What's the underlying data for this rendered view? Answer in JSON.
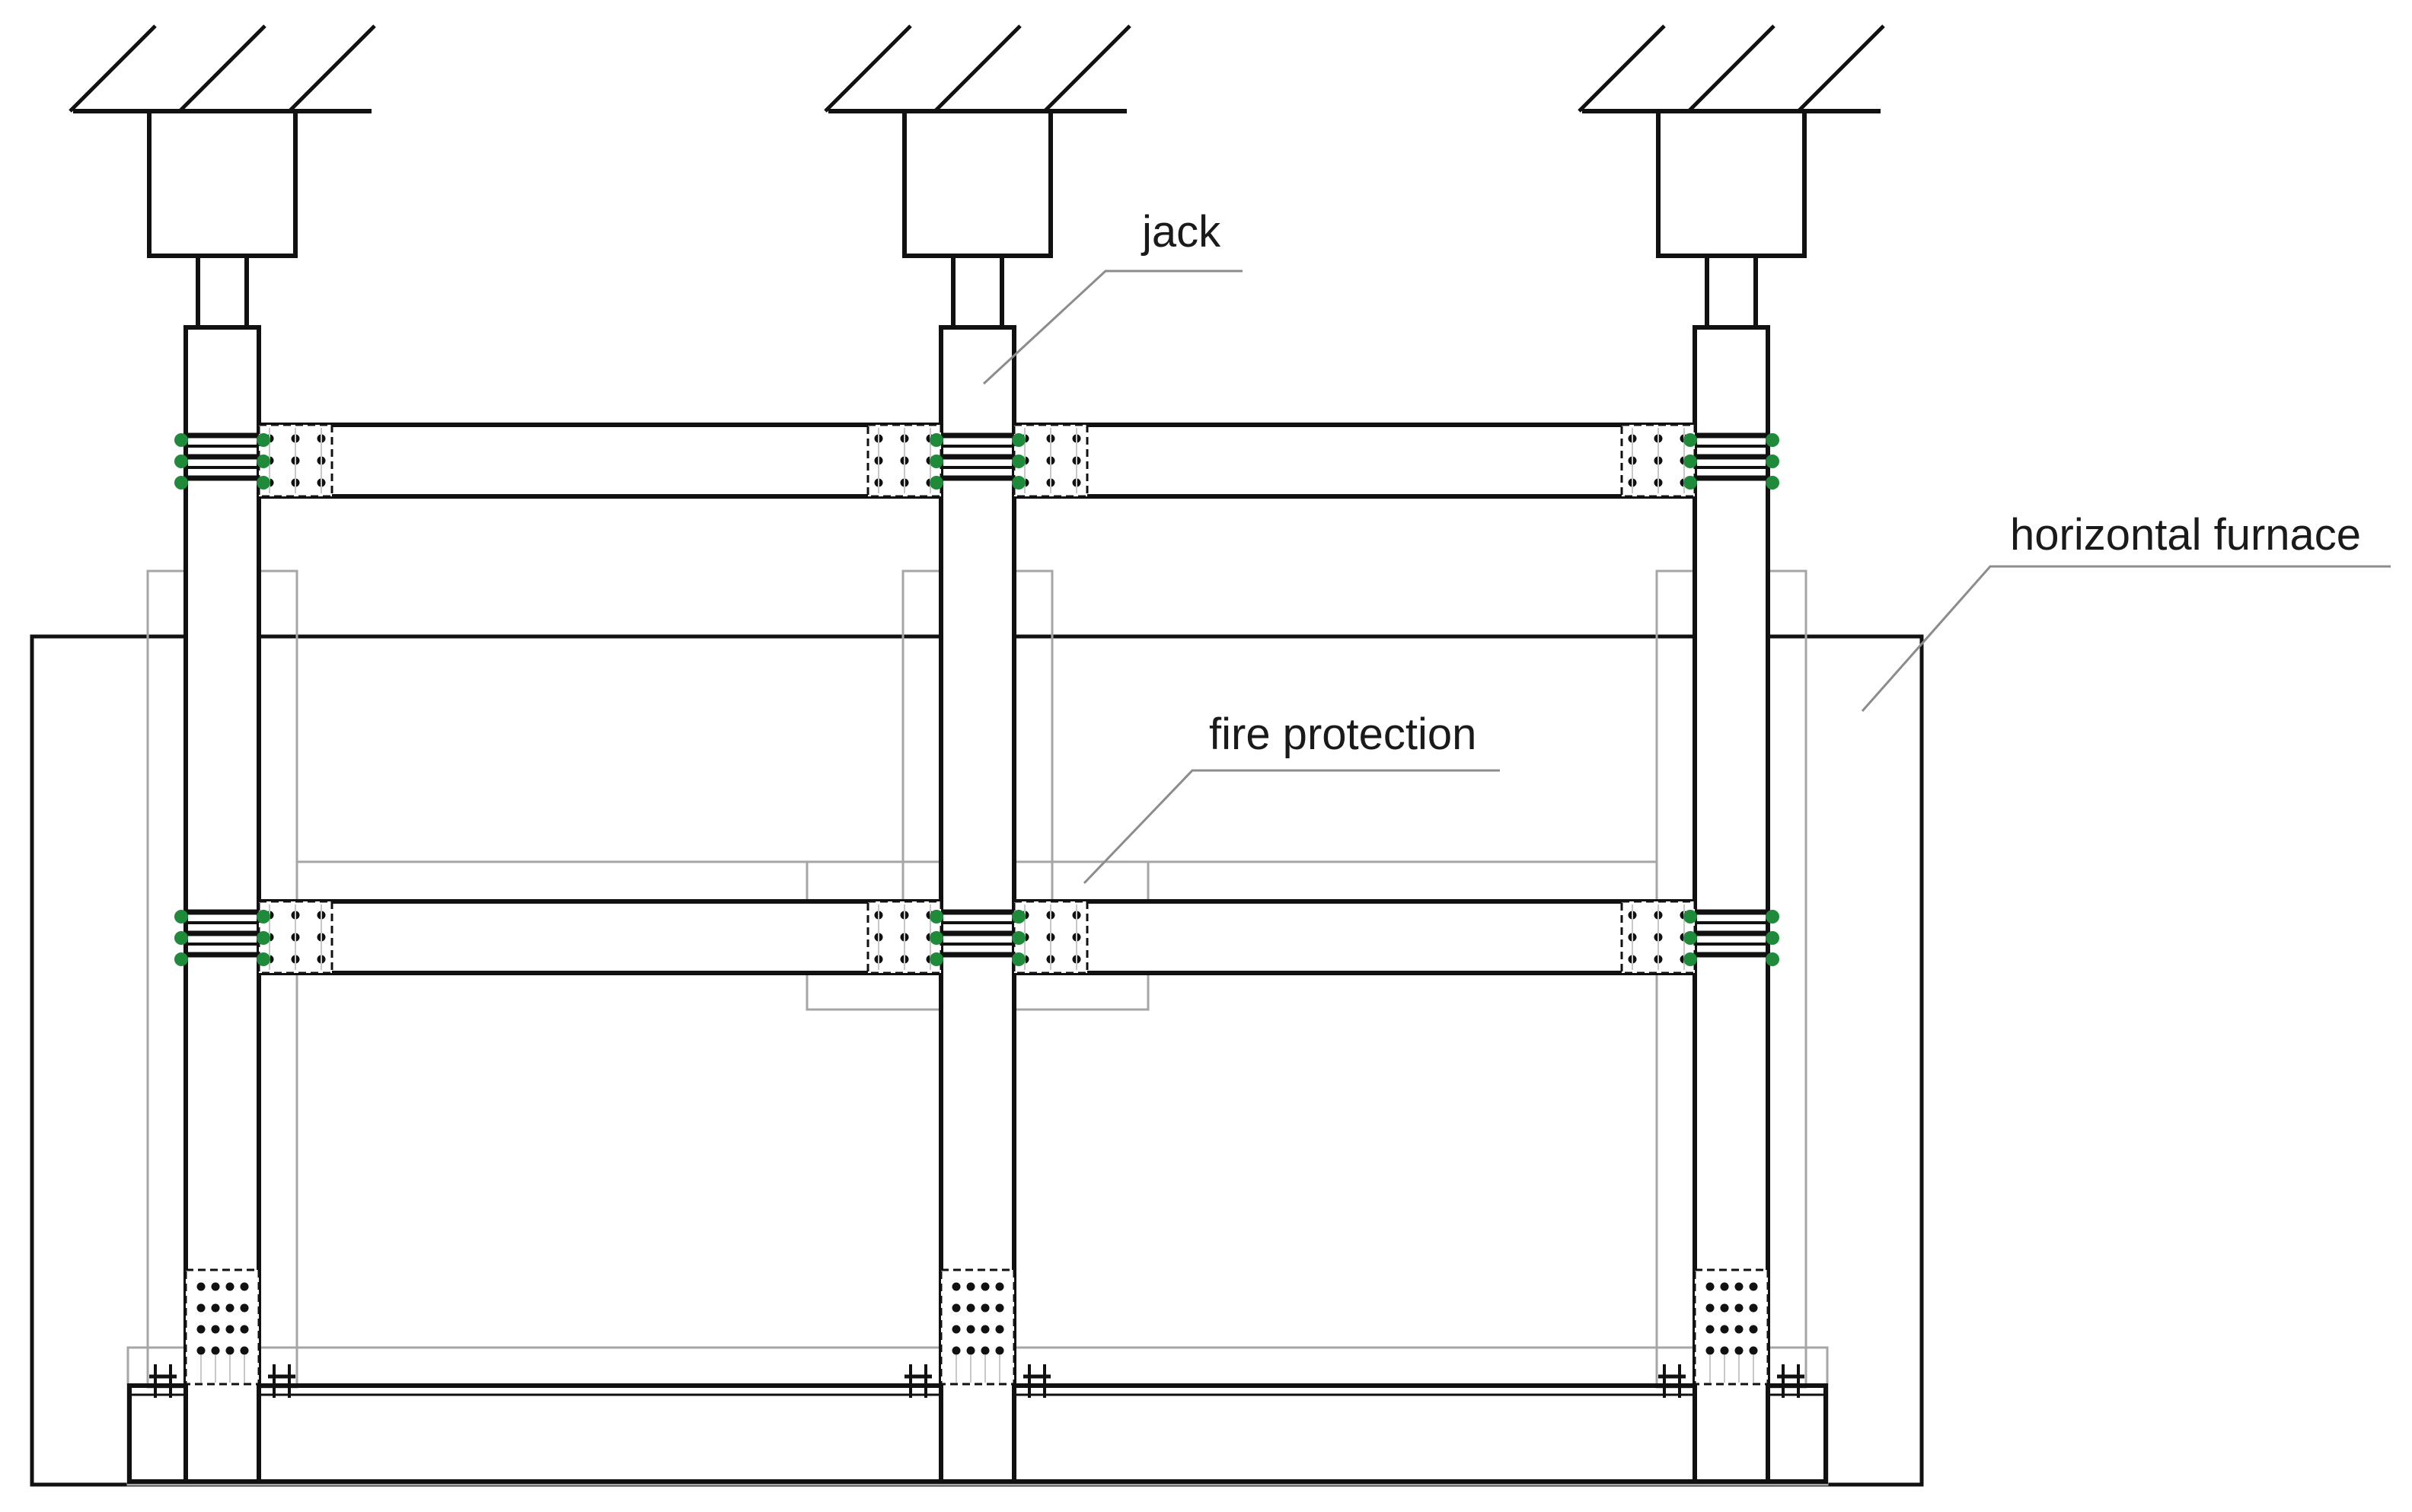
{
  "labels": {
    "jack": "jack",
    "horizontal_furnace": "horizontal furnace",
    "fire_protection": "fire protection"
  },
  "colors": {
    "line": "#111111",
    "leader": "#8c8c8c",
    "fire_protection_outline": "#a6a6a6",
    "bolt_head": "#1f8a3a",
    "background": "#ffffff"
  },
  "icons": {
    "support": "fixed-support-hatch",
    "bolt": "bolt-dot"
  }
}
